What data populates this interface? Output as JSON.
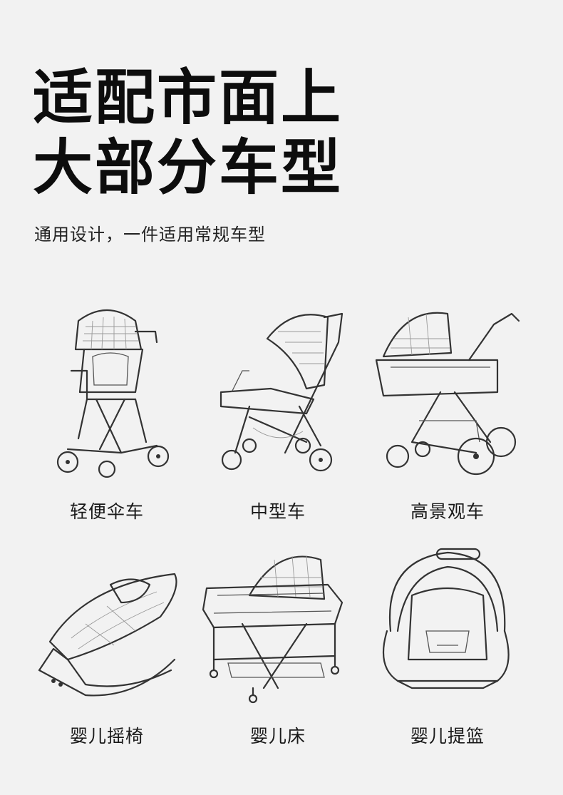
{
  "headline": {
    "line1": "适配市面上",
    "line2": "大部分车型"
  },
  "subtitle": "通用设计，一件适用常规车型",
  "products": [
    {
      "label": "轻便伞车",
      "icon": "lightweight-stroller-icon"
    },
    {
      "label": "中型车",
      "icon": "mid-size-stroller-icon"
    },
    {
      "label": "高景观车",
      "icon": "high-view-pram-icon"
    },
    {
      "label": "婴儿摇椅",
      "icon": "baby-rocker-icon"
    },
    {
      "label": "婴儿床",
      "icon": "baby-crib-icon"
    },
    {
      "label": "婴儿提篮",
      "icon": "infant-car-seat-icon"
    }
  ]
}
